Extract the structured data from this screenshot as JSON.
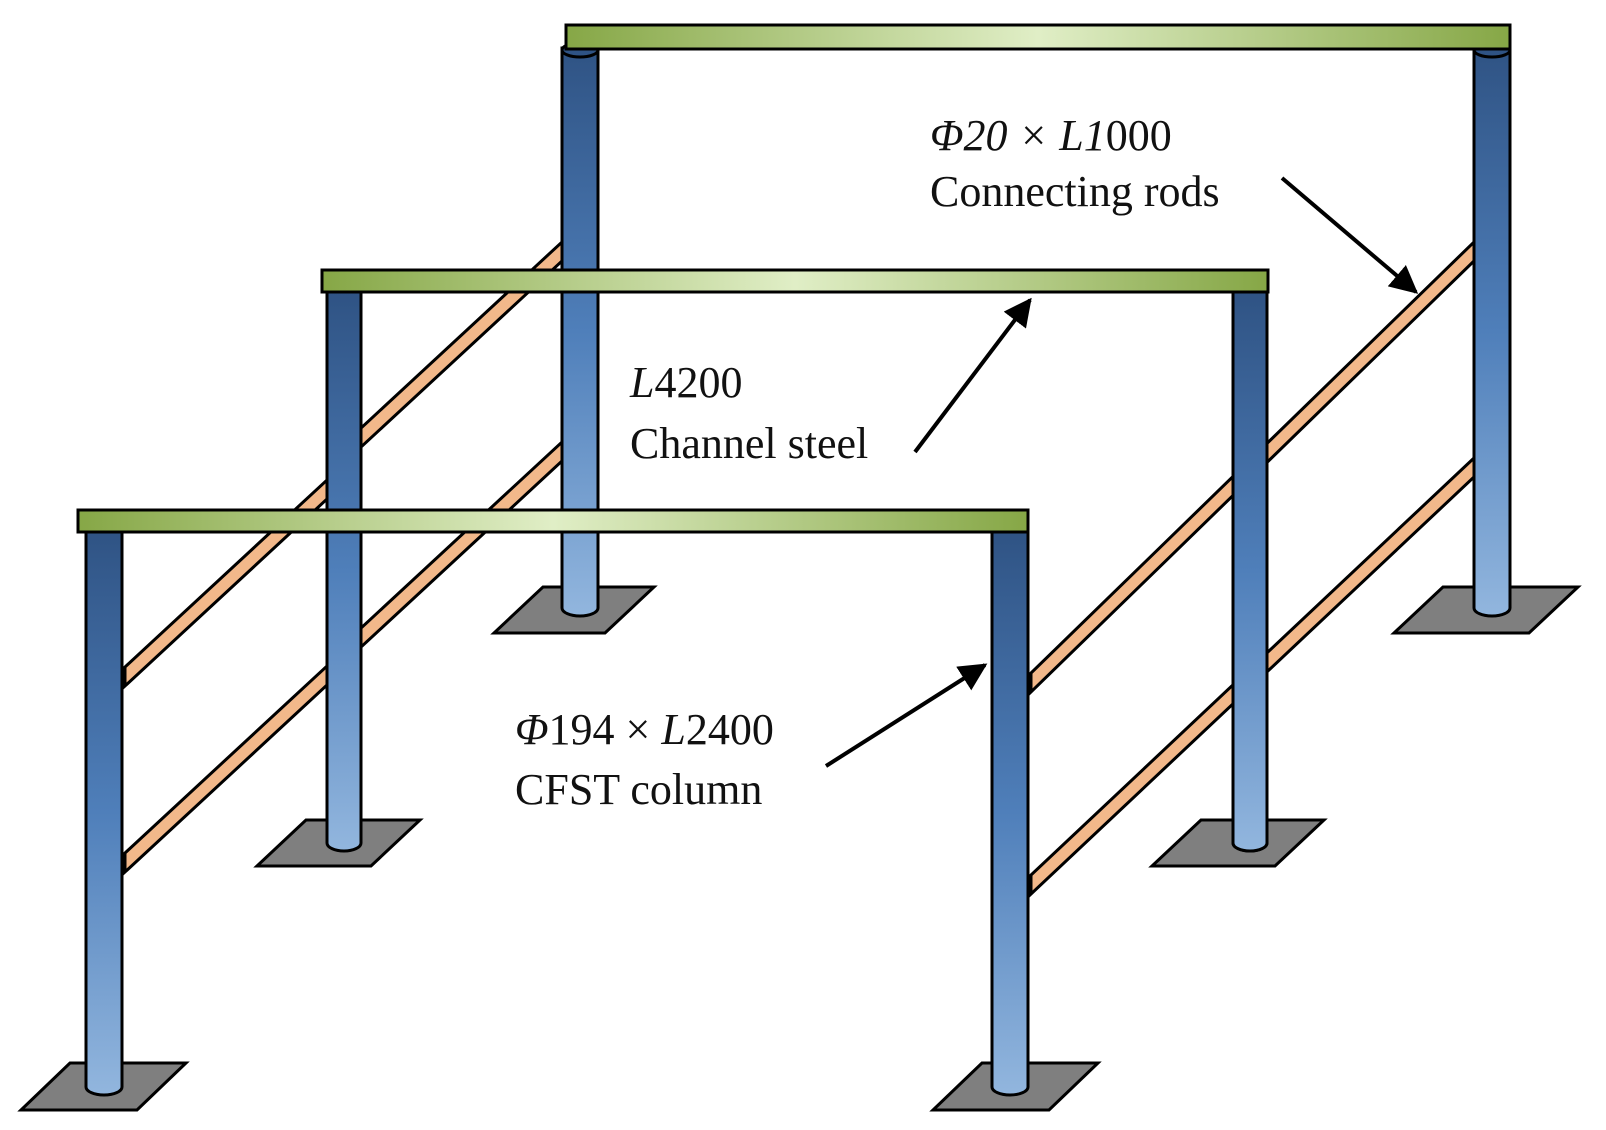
{
  "labels": {
    "rods": {
      "phi": "Φ",
      "size_part1": "20 × ",
      "length_letter": "L",
      "length_italic_digit": "1",
      "length_rest": "000",
      "name": "Connecting rods"
    },
    "channel": {
      "length_letter": "L",
      "length_value": "4200",
      "name": "Channel steel"
    },
    "column": {
      "phi": "Φ",
      "size_part1": "194 × ",
      "length_letter": "L",
      "length_value": "2400",
      "name": "CFST column"
    }
  },
  "colors": {
    "column_top": "#2f5384",
    "column_bottom": "#8fb3dc",
    "beam_edge": "#8aaa4a",
    "beam_center": "#e2efc8",
    "rod_fill": "#f2b88a",
    "base_plate": "#7f7f7f",
    "outline": "#000000"
  }
}
